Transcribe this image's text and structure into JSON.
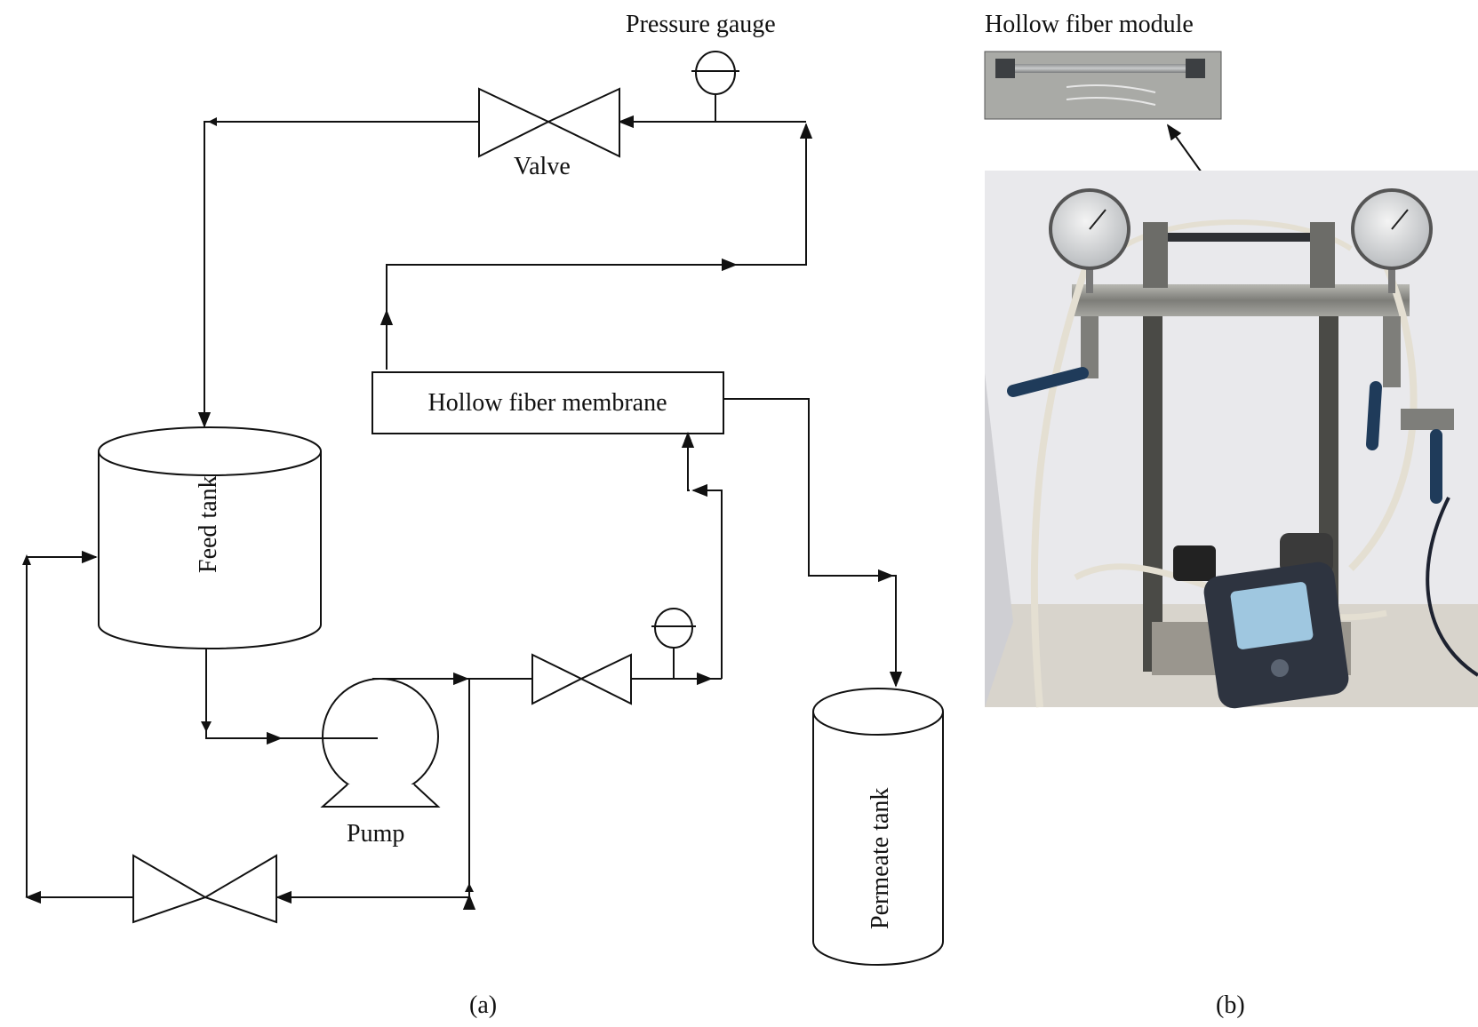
{
  "labels": {
    "pressure_gauge": "Pressure gauge",
    "valve": "Valve",
    "hollow_fiber_membrane": "Hollow fiber membrane",
    "feed_tank": "Feed tank",
    "pump": "Pump",
    "permeate_tank": "Permeate tank",
    "panel_a": "(a)",
    "panel_b": "(b)",
    "hollow_fiber_module": "Hollow fiber module"
  },
  "colors": {
    "line": "#111111",
    "photo_wall": "#e9e9ec",
    "photo_floor": "#d8d4cc",
    "steel": "#8a8a86",
    "meter_body": "#2e3440",
    "meter_screen": "#9fc7e0"
  }
}
